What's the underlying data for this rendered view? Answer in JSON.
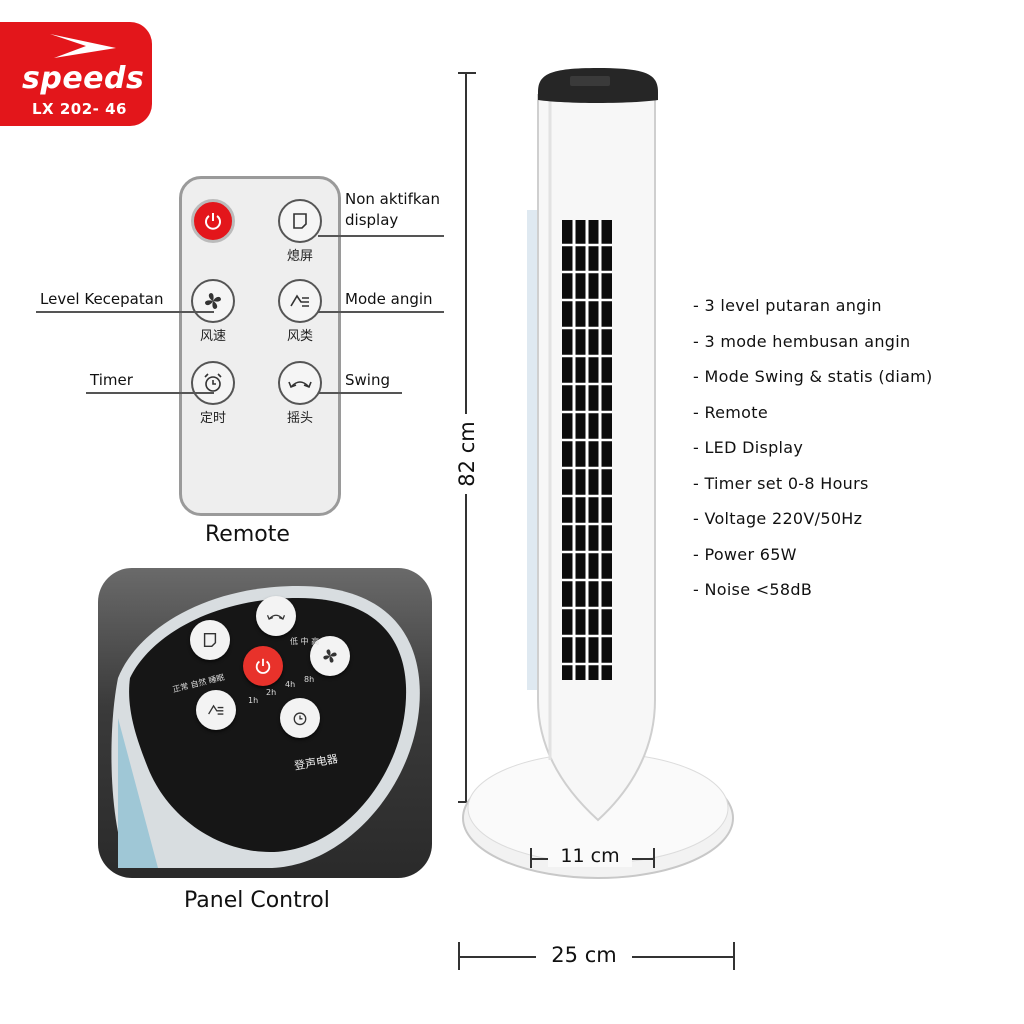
{
  "brand": {
    "logo": "speeds",
    "model": "LX 202- 46",
    "color": "#e3161b"
  },
  "remote": {
    "caption": "Remote",
    "buttons": [
      {
        "id": "power",
        "label": "",
        "icon": "power-icon"
      },
      {
        "id": "display",
        "label": "熄屏",
        "icon": "display-off-icon"
      },
      {
        "id": "speed",
        "label": "风速",
        "icon": "fan-icon"
      },
      {
        "id": "mode",
        "label": "风类",
        "icon": "wind-mode-icon"
      },
      {
        "id": "timer",
        "label": "定时",
        "icon": "alarm-clock-icon"
      },
      {
        "id": "swing",
        "label": "摇头",
        "icon": "swing-icon"
      }
    ],
    "callouts": {
      "display": [
        "Non aktifkan",
        "display"
      ],
      "speed": "Level Kecepatan",
      "mode": "Mode angin",
      "timer": "Timer",
      "swing": "Swing"
    }
  },
  "panel": {
    "caption": "Panel Control",
    "speed_levels": "低  中  高",
    "mode_labels": "正常 自然 睡眠",
    "timer_labels": [
      "1h",
      "2h",
      "4h",
      "8h"
    ],
    "maker": "登声电器"
  },
  "dimensions": {
    "height": "82 cm",
    "column_width": "11 cm",
    "base_width": "25 cm"
  },
  "specs": [
    "- 3 level putaran angin",
    "- 3 mode hembusan angin",
    "- Mode Swing & statis (diam)",
    "- Remote",
    "- LED Display",
    "- Timer set 0-8 Hours",
    "- Voltage 220V/50Hz",
    "- Power 65W",
    "- Noise <58dB"
  ]
}
